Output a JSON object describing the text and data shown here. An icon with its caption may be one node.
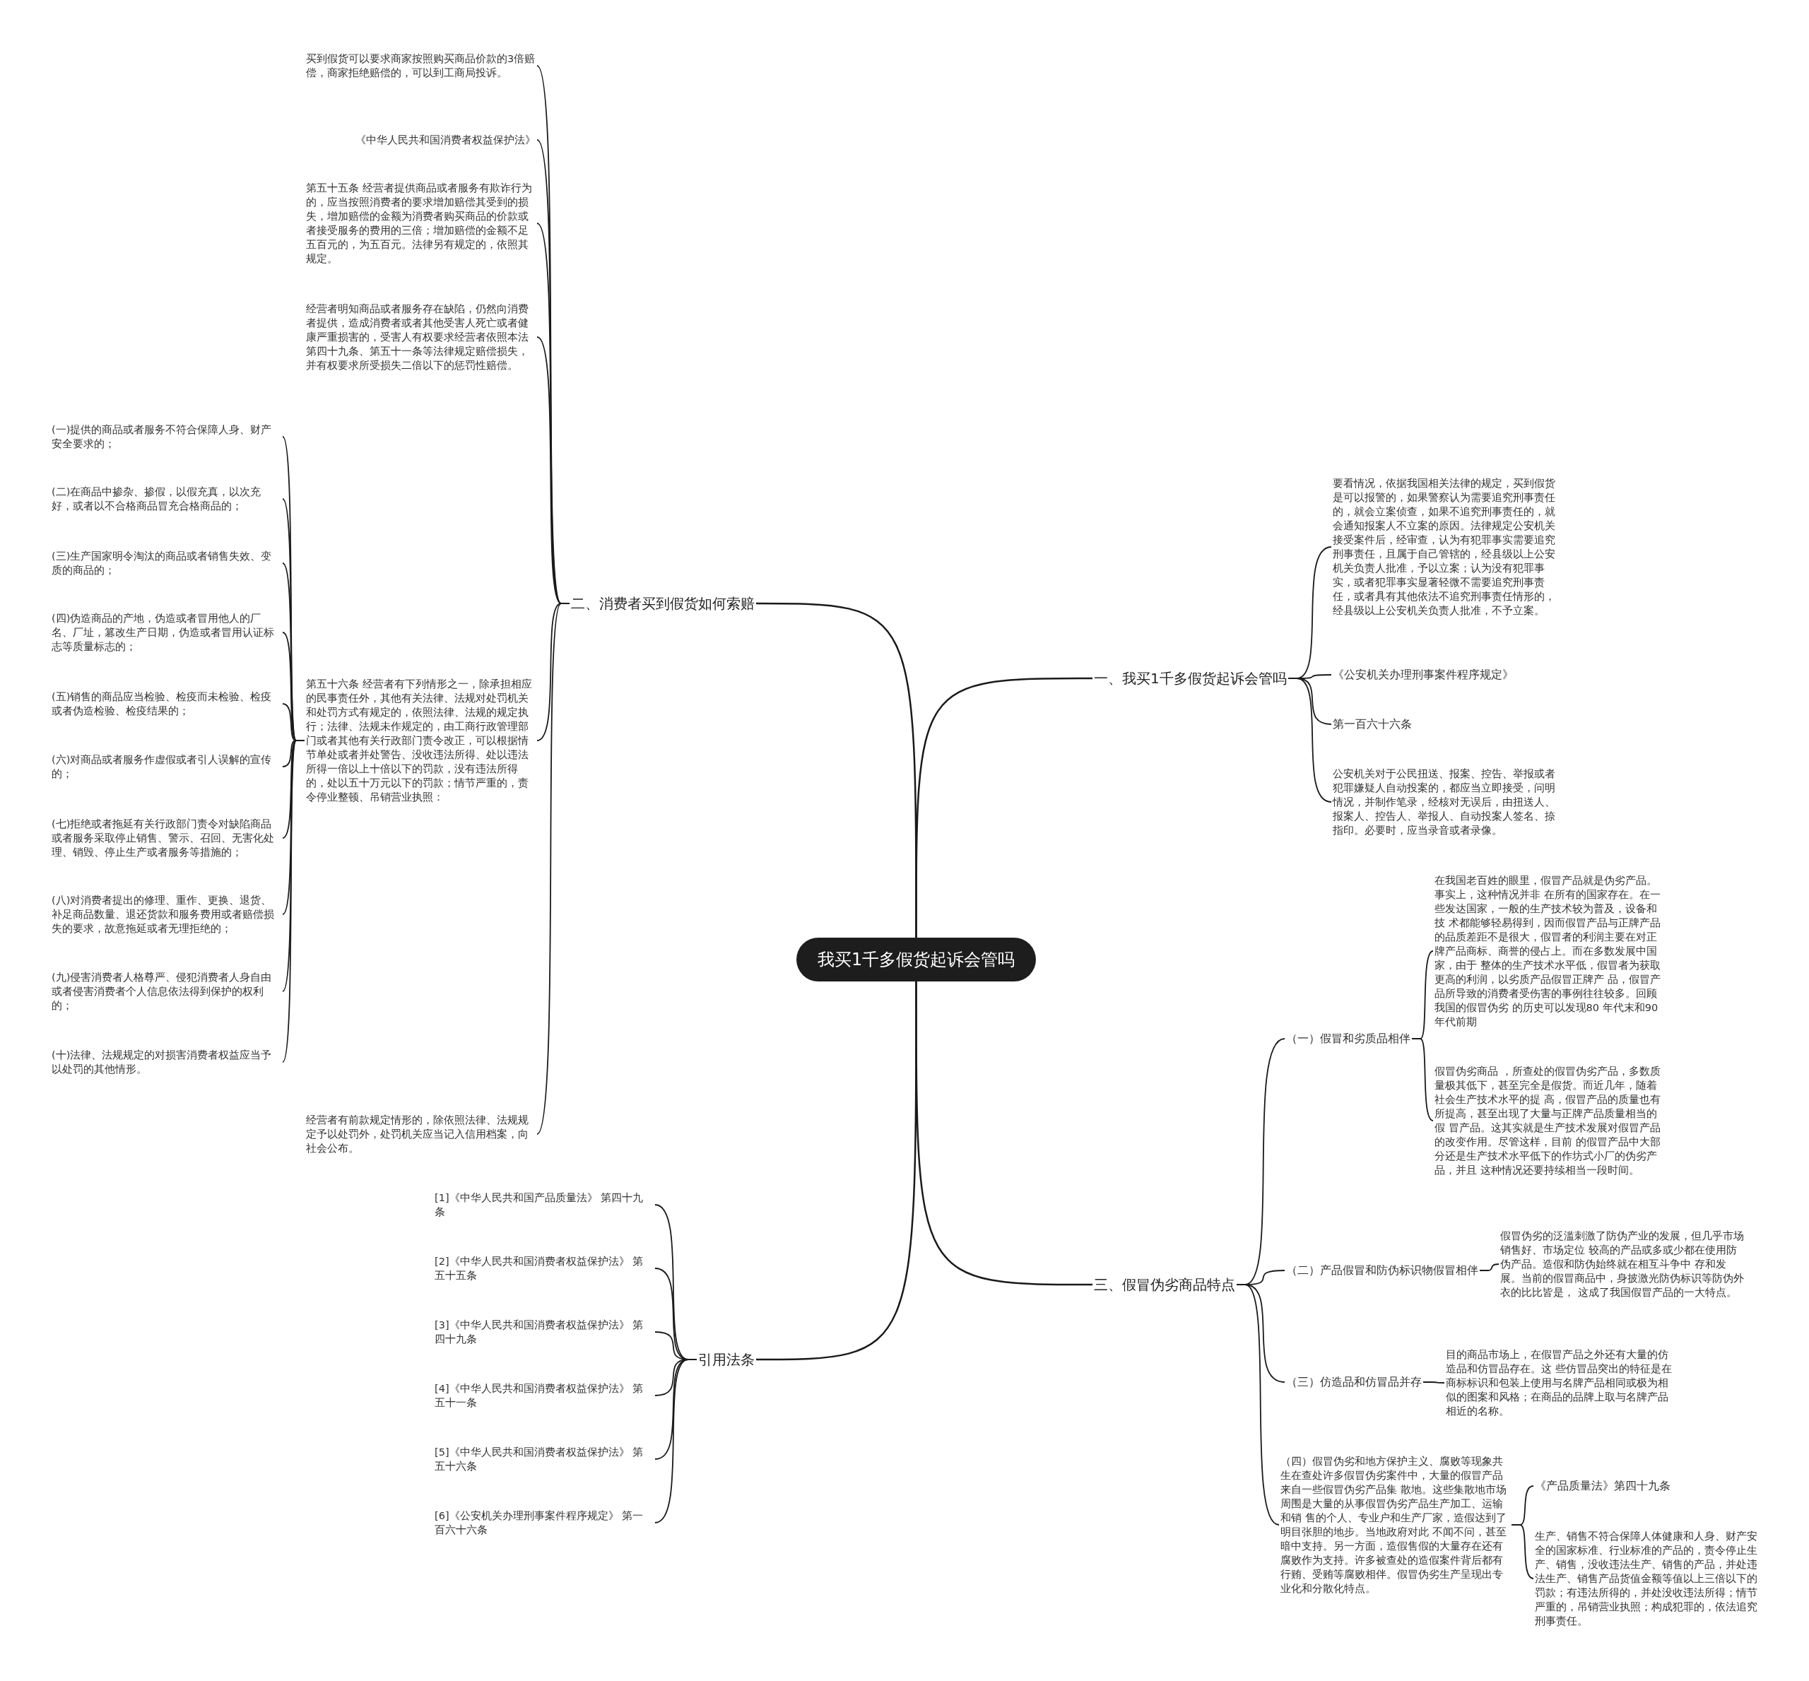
{
  "diagram": {
    "nodes": [
      {
        "text": [
          "我买1千多假货起诉会管吗"
        ]
      },
      {
        "text": [
          "一、我买1千多假货起诉会管吗"
        ]
      },
      {
        "text": [
          "要看情况，依据我国相关法律的规定，买到假货是可以报警的，如果警察认为需要追究刑事责任的，就会立案侦查，如果不追究刑事责任的，就会通知报案人不立案的原因。法律规定公安机关接受案件后，经审查，认为有犯罪事实需要追究刑事责任，且属于自己管辖的，经县级以上公安机关负责人批准，予以立案；认为没有犯罪事实，或者犯罪事实显著轻微不需要追究刑事责任，或者具有其他依法不追究刑事责任情形的，经县级以上公安机关负责人批准，不予立案。"
        ]
      },
      {
        "text": [
          "《公安机关办理刑事案件程序规定》"
        ]
      },
      {
        "text": [
          "第一百六十六条"
        ]
      },
      {
        "text": [
          "公安机关对于公民扭送、报案、控告、举报或者犯罪嫌疑人自动投案的，都应当立即接受，问明情况，并制作笔录，经核对无误后，由扭送人、报案人、控告人、举报人、自动投案人签名、捺指印。必要时，应当录音或者录像。"
        ]
      },
      {
        "text": [
          "二、消费者买到假货如何索赔"
        ]
      },
      {
        "text": [
          "买到假货可以要求商家按照购买商品价款的3倍赔偿，商家拒绝赔偿的，可以到工商局投诉。"
        ]
      },
      {
        "text": [
          "《中华人民共和国消费者权益保护法》"
        ]
      },
      {
        "text": [
          "第五十五条 经营者提供商品或者服务有欺诈行为的，应当按照消费者的要求增加赔偿其受到的损失，增加赔偿的金额为消费者购买商品的价款或者接受服务的费用的三倍；增加赔偿的金额不足五百元的，为五百元。法律另有规定的，依照其规定。"
        ]
      },
      {
        "text": [
          "经营者明知商品或者服务存在缺陷，仍然向消费者提供，造成消费者或者其他受害人死亡或者健康严重损害的，受害人有权要求经营者依照本法第四十九条、第五十一条等法律规定赔偿损失，并有权要求所受损失二倍以下的惩罚性赔偿。"
        ]
      },
      {
        "text": [
          "第五十六条 经营者有下列情形之一，除承担相应的民事责任外，其他有关法律、法规对处罚机关和处罚方式有规定的，依照法律、法规的规定执行；法律、法规未作规定的，由工商行政管理部门或者其他有关行政部门责令改正，可以根据情节单处或者并处警告、没收违法所得、处以违法所得一倍以上十倍以下的罚款，没有违法所得的，处以五十万元以下的罚款；情节严重的，责令停业整顿、吊销营业执照："
        ]
      },
      {
        "text": [
          "(一)提供的商品或者服务不符合保障人身、财产安全要求的；"
        ]
      },
      {
        "text": [
          "(二)在商品中掺杂、掺假，以假充真，以次充好，或者以不合格商品冒充合格商品的；"
        ]
      },
      {
        "text": [
          "(三)生产国家明令淘汰的商品或者销售失效、变质的商品的；"
        ]
      },
      {
        "text": [
          "(四)伪造商品的产地，伪造或者冒用他人的厂名、厂址，篡改生产日期，伪造或者冒用认证标志等质量标志的；"
        ]
      },
      {
        "text": [
          "(五)销售的商品应当检验、检疫而未检验、检疫或者伪造检验、检疫结果的；"
        ]
      },
      {
        "text": [
          "(六)对商品或者服务作虚假或者引人误解的宣传的；"
        ]
      },
      {
        "text": [
          "(七)拒绝或者拖延有关行政部门责令对缺陷商品或者服务采取停止销售、警示、召回、无害化处理、销毁、停止生产或者服务等措施的；"
        ]
      },
      {
        "text": [
          "(八)对消费者提出的修理、重作、更换、退货、补足商品数量、退还货款和服务费用或者赔偿损失的要求，故意拖延或者无理拒绝的；"
        ]
      },
      {
        "text": [
          "(九)侵害消费者人格尊严、侵犯消费者人身自由或者侵害消费者个人信息依法得到保护的权利的；"
        ]
      },
      {
        "text": [
          "(十)法律、法规规定的对损害消费者权益应当予以处罚的其他情形。"
        ]
      },
      {
        "text": [
          "经营者有前款规定情形的，除依照法律、法规规定予以处罚外，处罚机关应当记入信用档案，向社会公布。"
        ]
      },
      {
        "text": [
          "三、假冒伪劣商品特点"
        ]
      },
      {
        "text": [
          "（一）假冒和劣质品相伴"
        ]
      },
      {
        "text": [
          "在我国老百姓的眼里，假冒产品就是伪劣产品。事实上，这种情况并非 在所有的国家存在。在一些发达国家，一般的生产技术较为普及，设备和技 术都能够轻易得到，因而假冒产品与正牌产品的品质差距不是很大，假冒者的利润主要在对正牌产品商标、商誉的侵占上。而在多数发展中国家，由于 整体的生产技术水平低，假冒者为获取更高的利润，以劣质产品假冒正牌产 品，假冒产品所导致的消费者受伤害的事例往往较多。回顾我国的假冒伪劣 的历史可以发现80 年代末和90年代前期"
        ]
      },
      {
        "text": [
          "假冒伪劣商品 ，所查处的假冒伪劣产品，多数质量极其低下，甚至完全是假货。而近几年，随着社会生产技术水平的提 高，假冒产品的质量也有所提高，甚至出现了大量与正牌产品质量相当的假 冒产品。这其实就是生产技术发展对假冒产品的改变作用。尽管这样，目前 的假冒产品中大部分还是生产技术水平低下的作坊式小厂的伪劣产品，并且 这种情况还要持续相当一段时间。"
        ]
      },
      {
        "text": [
          "（二）产品假冒和防伪标识物假冒相伴"
        ]
      },
      {
        "text": [
          "假冒伪劣的泛滥刺激了防伪产业的发展，但几乎市场销售好、市场定位 较高的产品或多或少都在使用防伪产品。造假和防伪始终就在相互斗争中 存和发展。当前的假冒商品中，身披激光防伪标识等防伪外衣的比比皆是， 这成了我国假冒产品的一大特点。"
        ]
      },
      {
        "text": [
          "（三）仿造品和仿冒品并存"
        ]
      },
      {
        "text": [
          "目的商品市场上，在假冒产品之外还有大量的仿造品和仿冒品存在。这 些仿冒品突出的特征是在商标标识和包装上使用与名牌产品相同或极为相似的图案和风格；在商品的品牌上取与名牌产品相近的名称。"
        ]
      },
      {
        "text": [
          "（四）假冒伪劣和地方保护主义、腐败等现象共生在查处许多假冒伪劣案件中，大量的假冒产品来自一些假冒伪劣产品集 散地。这些集散地市场周围是大量的从事假冒伪劣产品生产加工、运输和销 售的个人、专业户和生产厂家，造假达到了明目张胆的地步。当地政府对此 不闻不问，甚至暗中支持。另一方面，造假售假的大量存在还有腐败作为支持。许多被查处的造假案件背后都有行贿、受贿等腐败相伴。假冒伪劣生产呈现出专业化和分散化特点。"
        ]
      },
      {
        "text": [
          "《产品质量法》第四十九条"
        ]
      },
      {
        "text": [
          "生产、销售不符合保障人体健康和人身、财产安全的国家标准、行业标准的产品的，责令停止生产、销售，没收违法生产、销售的产品，并处违法生产、销售产品货值金额等值以上三倍以下的罚款；有违法所得的，并处没收违法所得；情节严重的，吊销营业执照；构成犯罪的，依法追究刑事责任。"
        ]
      },
      {
        "text": [
          "引用法条"
        ]
      },
      {
        "text": [
          "[1]《中华人民共和国产品质量法》 第四十九条"
        ]
      },
      {
        "text": [
          "[2]《中华人民共和国消费者权益保护法》 第五十五条"
        ]
      },
      {
        "text": [
          "[3]《中华人民共和国消费者权益保护法》 第四十九条"
        ]
      },
      {
        "text": [
          "[4]《中华人民共和国消费者权益保护法》 第五十一条"
        ]
      },
      {
        "text": [
          "[5]《中华人民共和国消费者权益保护法》 第五十六条"
        ]
      },
      {
        "text": [
          "[6]《公安机关办理刑事案件程序规定》 第一百六十六条"
        ]
      }
    ],
    "edges": [
      {
        "from": 0,
        "to": 1,
        "arrow": "none"
      },
      {
        "from": 1,
        "to": 2,
        "arrow": "none"
      },
      {
        "from": 1,
        "to": 3,
        "arrow": "none"
      },
      {
        "from": 1,
        "to": 4,
        "arrow": "none"
      },
      {
        "from": 1,
        "to": 5,
        "arrow": "none"
      },
      {
        "from": 0,
        "to": 6,
        "arrow": "none"
      },
      {
        "from": 6,
        "to": 7,
        "arrow": "none"
      },
      {
        "from": 6,
        "to": 8,
        "arrow": "none"
      },
      {
        "from": 6,
        "to": 9,
        "arrow": "none"
      },
      {
        "from": 6,
        "to": 10,
        "arrow": "none"
      },
      {
        "from": 6,
        "to": 11,
        "arrow": "none"
      },
      {
        "from": 11,
        "to": 12,
        "arrow": "none"
      },
      {
        "from": 11,
        "to": 13,
        "arrow": "none"
      },
      {
        "from": 11,
        "to": 14,
        "arrow": "none"
      },
      {
        "from": 11,
        "to": 15,
        "arrow": "none"
      },
      {
        "from": 11,
        "to": 16,
        "arrow": "none"
      },
      {
        "from": 11,
        "to": 17,
        "arrow": "none"
      },
      {
        "from": 11,
        "to": 18,
        "arrow": "none"
      },
      {
        "from": 11,
        "to": 19,
        "arrow": "none"
      },
      {
        "from": 11,
        "to": 20,
        "arrow": "none"
      },
      {
        "from": 11,
        "to": 21,
        "arrow": "none"
      },
      {
        "from": 6,
        "to": 22,
        "arrow": "none"
      },
      {
        "from": 0,
        "to": 23,
        "arrow": "none"
      },
      {
        "from": 23,
        "to": 24,
        "arrow": "none"
      },
      {
        "from": 24,
        "to": 25,
        "arrow": "none"
      },
      {
        "from": 24,
        "to": 26,
        "arrow": "none"
      },
      {
        "from": 23,
        "to": 27,
        "arrow": "none"
      },
      {
        "from": 27,
        "to": 28,
        "arrow": "none"
      },
      {
        "from": 23,
        "to": 29,
        "arrow": "none"
      },
      {
        "from": 29,
        "to": 30,
        "arrow": "none"
      },
      {
        "from": 23,
        "to": 31,
        "arrow": "none"
      },
      {
        "from": 31,
        "to": 32,
        "arrow": "none"
      },
      {
        "from": 31,
        "to": 33,
        "arrow": "none"
      },
      {
        "from": 0,
        "to": 34,
        "arrow": "none"
      },
      {
        "from": 34,
        "to": 35,
        "arrow": "none"
      },
      {
        "from": 34,
        "to": 36,
        "arrow": "none"
      },
      {
        "from": 34,
        "to": 37,
        "arrow": "none"
      },
      {
        "from": 34,
        "to": 38,
        "arrow": "none"
      },
      {
        "from": 34,
        "to": 39,
        "arrow": "none"
      },
      {
        "from": 34,
        "to": 40,
        "arrow": "none"
      }
    ]
  }
}
